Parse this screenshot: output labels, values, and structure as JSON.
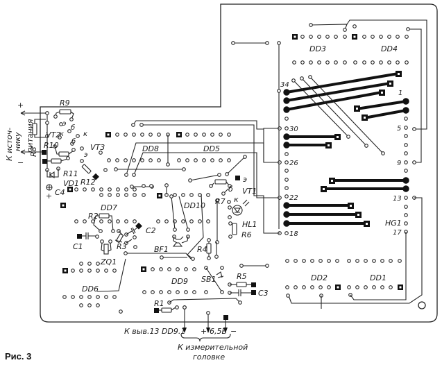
{
  "figure": {
    "caption": "Рис. 3",
    "colors": {
      "ink": "#1a1a1a",
      "background": "#ffffff"
    }
  },
  "chips": {
    "dd1": "DD1",
    "dd2": "DD2",
    "dd3": "DD3",
    "dd4": "DD4",
    "dd5": "DD5",
    "dd6": "DD6",
    "dd7": "DD7",
    "dd8": "DD8",
    "dd9": "DD9",
    "dd10": "DD10",
    "hg1": "HG1"
  },
  "components": {
    "r1": "R1",
    "r2": "R2",
    "r3": "R3",
    "r4": "R4",
    "r5": "R5",
    "r6": "R6",
    "r7": "R7",
    "r8": "R8",
    "r9": "R9",
    "r10": "R10",
    "r11": "R11",
    "r12": "R12",
    "c1": "C1",
    "c2": "C2",
    "c3": "C3",
    "c4": "C4",
    "vt1": "VT1",
    "vt2": "VT2",
    "vt3": "VT3",
    "vd1": "VD1",
    "hl1": "HL1",
    "zq1": "ZQ1",
    "bf1": "BF1",
    "sb1": "SB1"
  },
  "transistor_pins": {
    "e": "э",
    "b": "б",
    "k": "к"
  },
  "indicator_pins": [
    "34",
    "30",
    "26",
    "22",
    "18",
    "1",
    "5",
    "9",
    "13",
    "17"
  ],
  "connections": {
    "power_label_line1": "К источ-",
    "power_label_line2": "нику",
    "power_label_line3": "питания",
    "power_plus": "+",
    "power_minus": "−",
    "dd9_pin_label": "К выв.13 DD9.1",
    "voltage_plus": "+",
    "voltage_value": "6,5В",
    "voltage_minus": "−",
    "meter_label_line1": "К измерительной",
    "meter_label_line2": "головке"
  }
}
